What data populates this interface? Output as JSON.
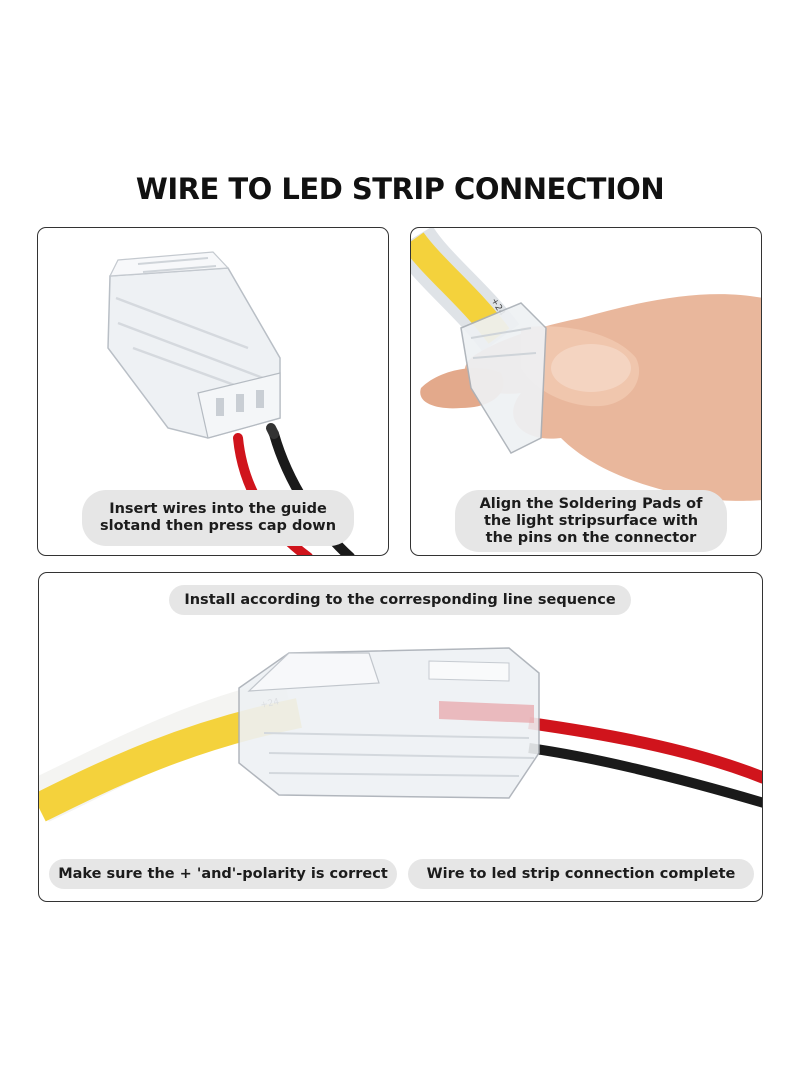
{
  "title": "WIRE TO LED STRIP CONNECTION",
  "steps": [
    {
      "lines": [
        "Insert wires into the guide",
        "slotand then press cap down"
      ]
    },
    {
      "lines": [
        "Align the Soldering Pads of",
        "the light stripsurface with",
        "the pins on the connector"
      ]
    }
  ],
  "bottom": {
    "top_label": "Install according to the corresponding line sequence",
    "left_label": "Make sure the + 'and'-polarity is correct",
    "right_label": "Wire to led strip connection complete"
  },
  "strip_marking": "+24",
  "colors": {
    "border": "#333333",
    "pill_bg": "#e6e6e6",
    "wire_red": "#d0141c",
    "wire_black": "#1a1a1a",
    "led_yellow": "#f4d23c",
    "connector_clear": "#f3f5f7",
    "skin": "#e9b79c"
  }
}
